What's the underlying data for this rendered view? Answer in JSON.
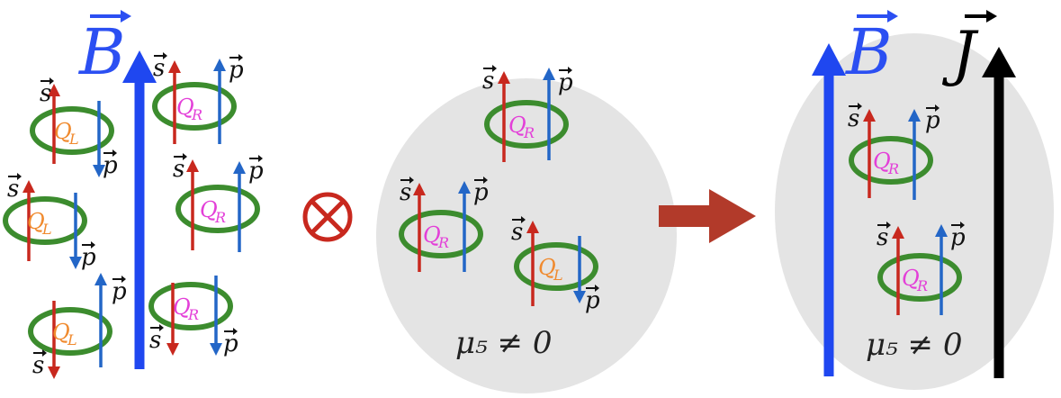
{
  "labels": {
    "B": "B",
    "J": "J",
    "s": "s",
    "p": "p",
    "QL": "Q",
    "QR": "Q",
    "sub_L": "L",
    "sub_R": "R",
    "otimes": "⊗",
    "mu5": "μ₅ ≠ 0"
  },
  "colors": {
    "B_field": "#1f47f0",
    "current": "#000000",
    "spin": "#c8281e",
    "momentum": "#2366c7",
    "loop": "#3c8c2e",
    "QL_text": "#f08a2e",
    "QR_text": "#e33fd8",
    "ellipse_fill": "#e4e4e4",
    "otimes": "#c8281e",
    "process_arrow": "#b23a2a"
  },
  "panels": [
    {
      "name": "initial-state",
      "particles": [
        "QL",
        "QR",
        "QL",
        "QR",
        "QL",
        "QR"
      ]
    },
    {
      "name": "chiral-imbalance",
      "particles": [
        "QR",
        "QR",
        "QL"
      ]
    },
    {
      "name": "final-state",
      "particles": [
        "QR",
        "QR"
      ]
    }
  ]
}
